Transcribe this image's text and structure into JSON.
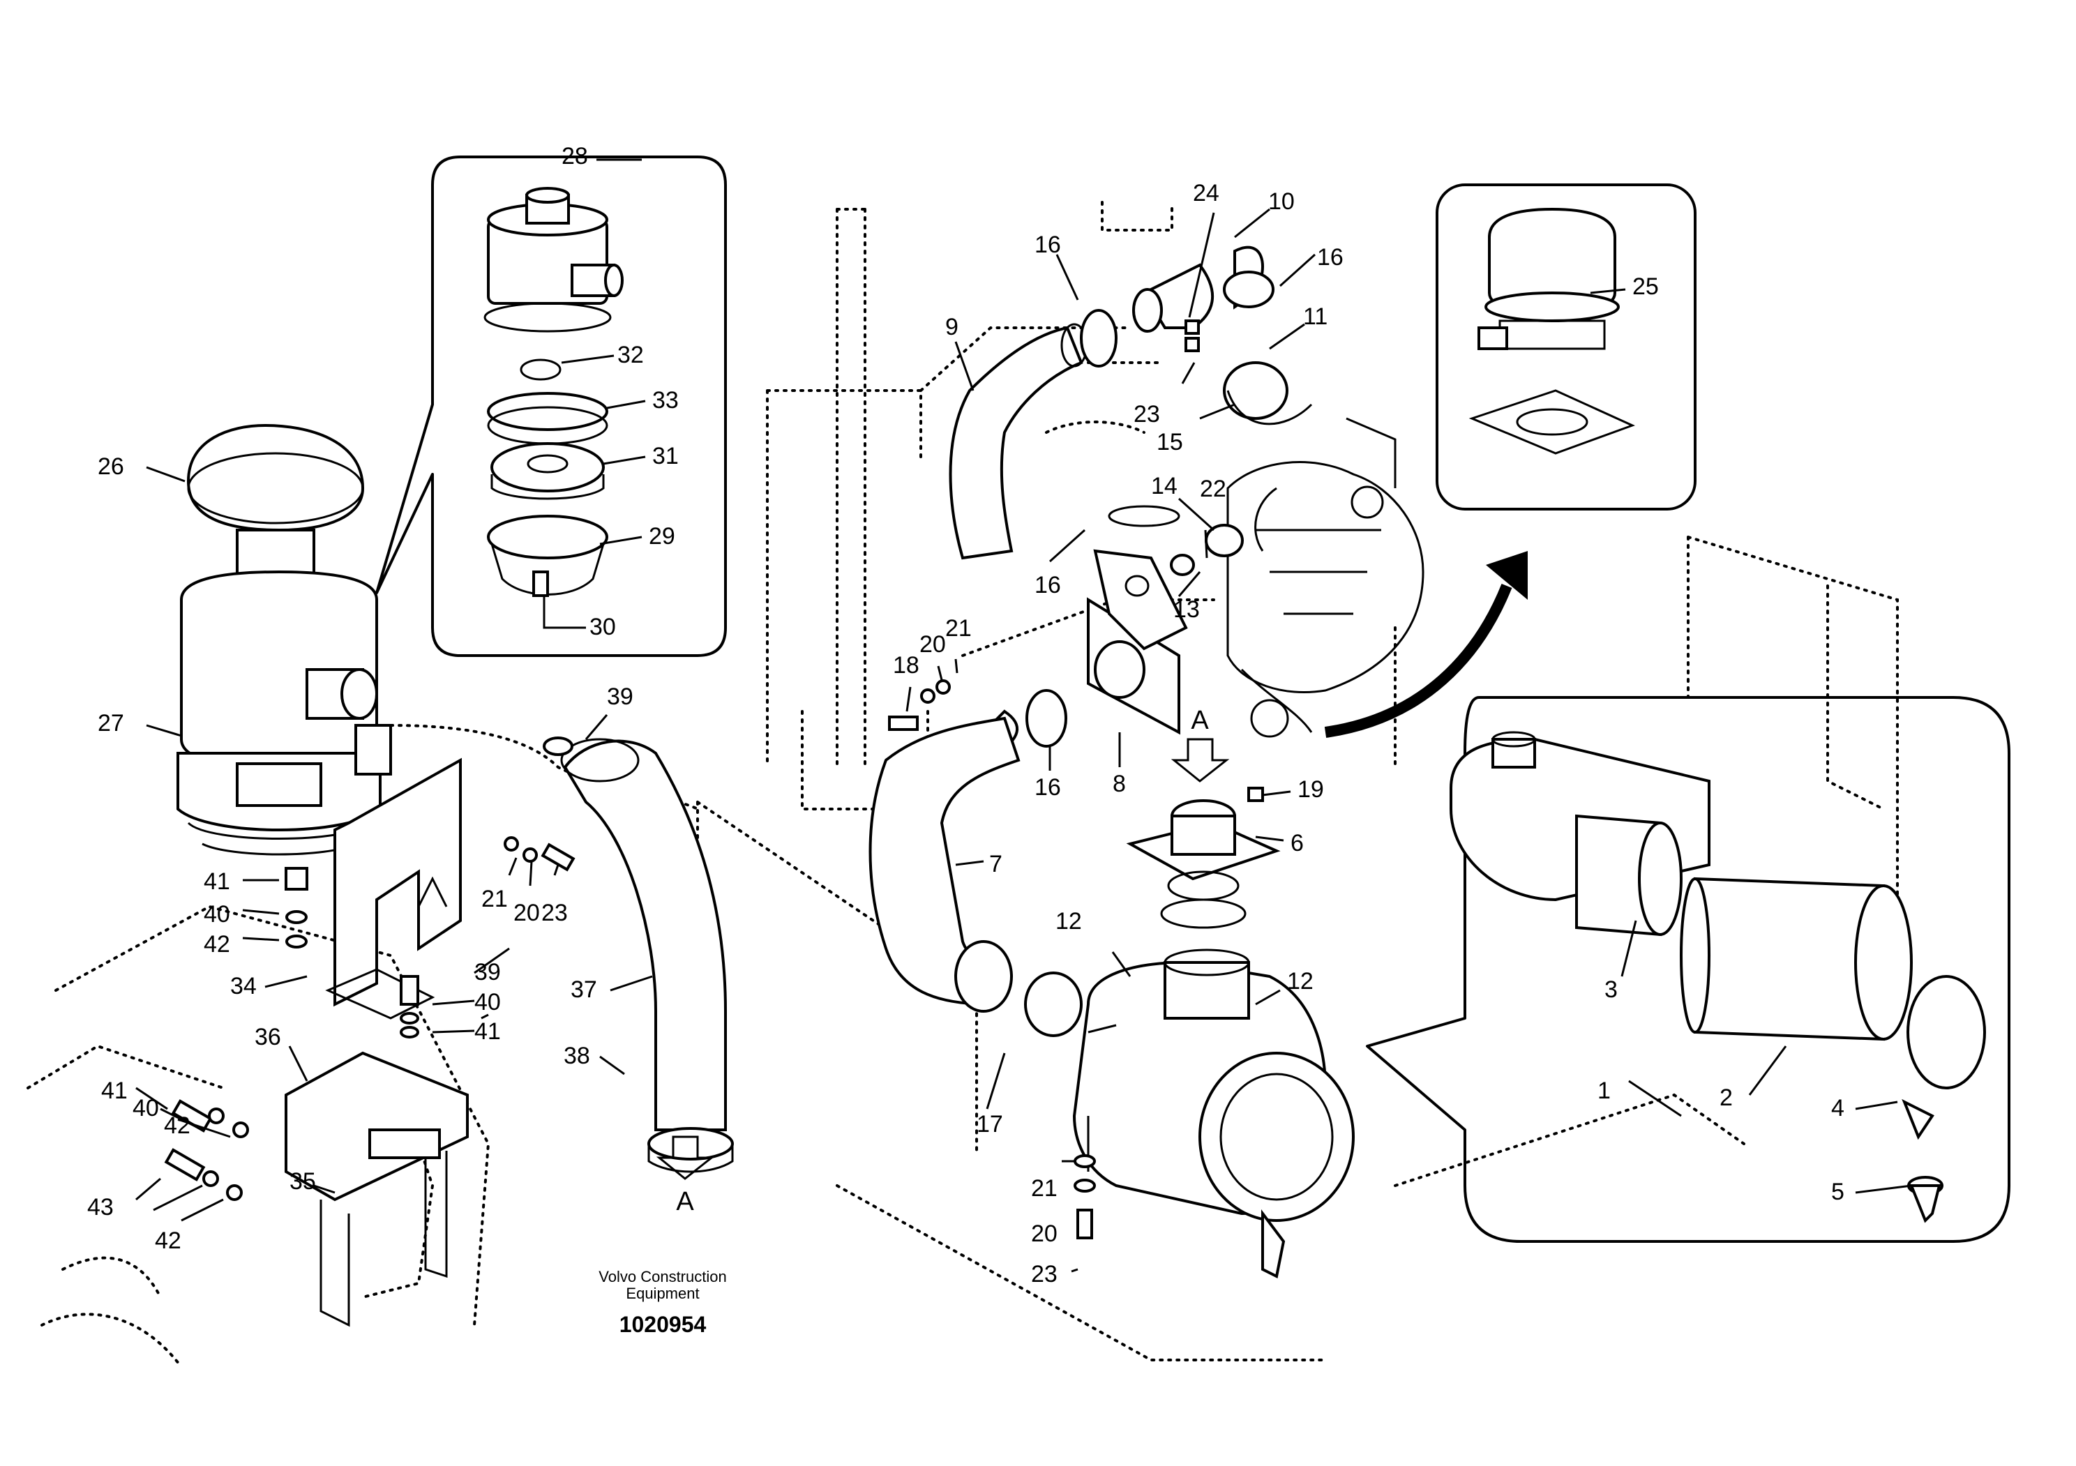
{
  "footer": {
    "company_line1": "Volvo Construction",
    "company_line2": "Equipment",
    "drawing_number": "1020954"
  },
  "view_markers": [
    "A",
    "A"
  ],
  "callouts": [
    "1",
    "2",
    "3",
    "4",
    "5",
    "6",
    "7",
    "8",
    "9",
    "10",
    "11",
    "12",
    "12",
    "13",
    "14",
    "15",
    "16",
    "16",
    "16",
    "16",
    "17",
    "18",
    "19",
    "20",
    "20",
    "20",
    "21",
    "21",
    "21",
    "22",
    "23",
    "23",
    "23",
    "24",
    "25",
    "26",
    "27",
    "28",
    "29",
    "30",
    "31",
    "32",
    "33",
    "34",
    "35",
    "36",
    "37",
    "38",
    "39",
    "39",
    "40",
    "40",
    "40",
    "41",
    "41",
    "41",
    "42",
    "42",
    "42",
    "43"
  ]
}
